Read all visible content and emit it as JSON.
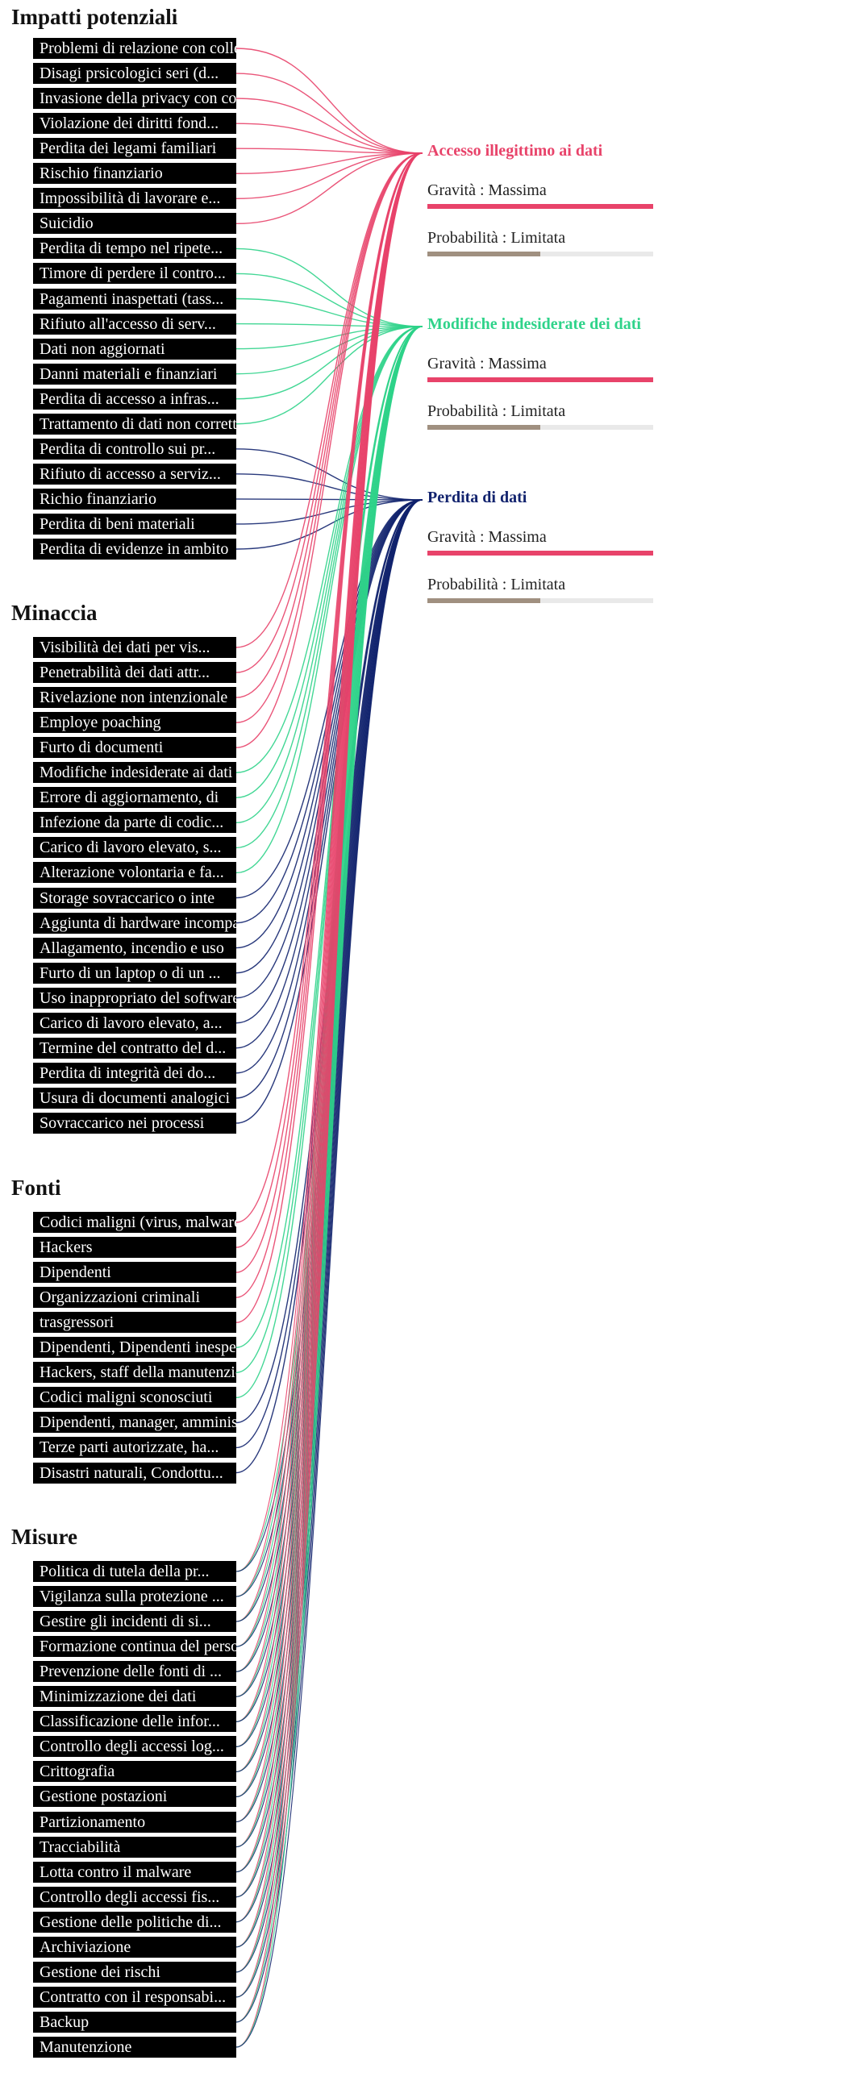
{
  "sections": [
    {
      "id": "impatti",
      "title": "Impatti potenziali",
      "items": [
        {
          "label": "Problemi di relazione con colleghi",
          "risk": 0
        },
        {
          "label": "Disagi prsicologici seri (d...",
          "risk": 0
        },
        {
          "label": "Invasione della privacy con conseguenze",
          "risk": 0
        },
        {
          "label": "Violazione dei diritti fond...",
          "risk": 0
        },
        {
          "label": "Perdita dei legami familiari",
          "risk": 0
        },
        {
          "label": "Rischio finanziario",
          "risk": 0
        },
        {
          "label": "Impossibilità di lavorare e...",
          "risk": 0
        },
        {
          "label": "Suicidio",
          "risk": 0
        },
        {
          "label": "Perdita di tempo nel ripete...",
          "risk": 1
        },
        {
          "label": "Timore di perdere il contro...",
          "risk": 1
        },
        {
          "label": "Pagamenti inaspettati (tass...",
          "risk": 1
        },
        {
          "label": "Rifiuto all'accesso di serv...",
          "risk": 1
        },
        {
          "label": "Dati non aggiornati",
          "risk": 1
        },
        {
          "label": "Danni materiali e finanziari",
          "risk": 1
        },
        {
          "label": "Perdita di accesso a infras...",
          "risk": 1
        },
        {
          "label": "Trattamento di dati non corretti",
          "risk": 1
        },
        {
          "label": "Perdita di controllo sui pr...",
          "risk": 2
        },
        {
          "label": "Rifiuto di accesso a serviz...",
          "risk": 2
        },
        {
          "label": "Richio finanziario",
          "risk": 2
        },
        {
          "label": "Perdita di beni materiali",
          "risk": 2
        },
        {
          "label": "Perdita di evidenze in ambito",
          "risk": 2
        }
      ]
    },
    {
      "id": "minaccia",
      "title": "Minaccia",
      "items": [
        {
          "label": "Visibilità dei dati per vis...",
          "risk": 0
        },
        {
          "label": "Penetrabilità dei dati attr...",
          "risk": 0
        },
        {
          "label": "Rivelazione non intenzionale",
          "risk": 0
        },
        {
          "label": "Employe poaching",
          "risk": 0
        },
        {
          "label": "Furto di documenti",
          "risk": 0
        },
        {
          "label": "Modifiche indesiderate ai dati",
          "risk": 1
        },
        {
          "label": "Errore di aggiornamento, di",
          "risk": 1
        },
        {
          "label": "Infezione da parte di codic...",
          "risk": 1
        },
        {
          "label": "Carico di lavoro elevato, s...",
          "risk": 1
        },
        {
          "label": "Alterazione volontaria e fa...",
          "risk": 1
        },
        {
          "label": "Storage sovraccarico o inte",
          "risk": 2
        },
        {
          "label": "Aggiunta di hardware incompatibile",
          "risk": 2
        },
        {
          "label": "Allagamento, incendio e uso",
          "risk": 2
        },
        {
          "label": "Furto di un laptop o di un ...",
          "risk": 2
        },
        {
          "label": "Uso inappropriato del software",
          "risk": 2
        },
        {
          "label": "Carico di lavoro elevato, a...",
          "risk": 2
        },
        {
          "label": "Termine del contratto del d...",
          "risk": 2
        },
        {
          "label": "Perdita di integrità dei do...",
          "risk": 2
        },
        {
          "label": "Usura di documenti analogici",
          "risk": 2
        },
        {
          "label": "Sovraccarico nei processi",
          "risk": 2
        }
      ]
    },
    {
      "id": "fonti",
      "title": "Fonti",
      "items": [
        {
          "label": "Codici maligni (virus, malware)",
          "risk": 0
        },
        {
          "label": "Hackers",
          "risk": 0
        },
        {
          "label": "Dipendenti",
          "risk": 0
        },
        {
          "label": "Organizzazioni criminali",
          "risk": 0
        },
        {
          "label": "trasgressori",
          "risk": 0
        },
        {
          "label": "Dipendenti, Dipendenti inesperti",
          "risk": 1
        },
        {
          "label": "Hackers, staff della manutenzione",
          "risk": 1
        },
        {
          "label": "Codici maligni sconosciuti",
          "risk": 1
        },
        {
          "label": "Dipendenti, manager, amministratori",
          "risk": 2
        },
        {
          "label": "Terze parti autorizzate, ha...",
          "risk": 2
        },
        {
          "label": "Disastri naturali, Condottu...",
          "risk": 2
        }
      ]
    },
    {
      "id": "misure",
      "title": "Misure",
      "items": [
        {
          "label": "Politica di tutela della pr...",
          "risk": -1
        },
        {
          "label": "Vigilanza sulla protezione ...",
          "risk": -1
        },
        {
          "label": "Gestire gli incidenti di si...",
          "risk": -1
        },
        {
          "label": "Formazione continua del personale",
          "risk": -1
        },
        {
          "label": "Prevenzione delle fonti di ...",
          "risk": -1
        },
        {
          "label": "Minimizzazione dei dati",
          "risk": -1
        },
        {
          "label": "Classificazione delle infor...",
          "risk": -1
        },
        {
          "label": "Controllo degli accessi log...",
          "risk": -1
        },
        {
          "label": "Crittografia",
          "risk": -1
        },
        {
          "label": "Gestione postazioni",
          "risk": -1
        },
        {
          "label": "Partizionamento",
          "risk": -1
        },
        {
          "label": "Tracciabilità",
          "risk": -1
        },
        {
          "label": "Lotta contro il malware",
          "risk": -1
        },
        {
          "label": "Controllo degli accessi fis...",
          "risk": -1
        },
        {
          "label": "Gestione delle politiche di...",
          "risk": -1
        },
        {
          "label": "Archiviazione",
          "risk": -1
        },
        {
          "label": "Gestione dei rischi",
          "risk": -1
        },
        {
          "label": "Contratto con il responsabi...",
          "risk": -1
        },
        {
          "label": "Backup",
          "risk": -1
        },
        {
          "label": "Manutenzione",
          "risk": -1
        }
      ]
    }
  ],
  "risks": [
    {
      "title": "Accesso illegittimo ai dati",
      "color": "#e8436a",
      "severity_label": "Gravità : Massima",
      "severity_level": 1.0,
      "likelihood_label": "Probabilità : Limitata",
      "likelihood_level": 0.5
    },
    {
      "title": "Modifiche indesiderate dei dati",
      "color": "#2fd38a",
      "severity_label": "Gravità : Massima",
      "severity_level": 1.0,
      "likelihood_label": "Probabilità : Limitata",
      "likelihood_level": 0.5
    },
    {
      "title": "Perdita di dati",
      "color": "#12236e",
      "severity_label": "Gravità : Massima",
      "severity_level": 1.0,
      "likelihood_label": "Probabilità : Limitata",
      "likelihood_level": 0.5
    }
  ],
  "colors": {
    "severity_bar": "#e8436a",
    "likelihood_bar": "#a09080",
    "bar_track": "#e9e9e9",
    "item_background": "#000000",
    "item_text": "#ffffff"
  }
}
